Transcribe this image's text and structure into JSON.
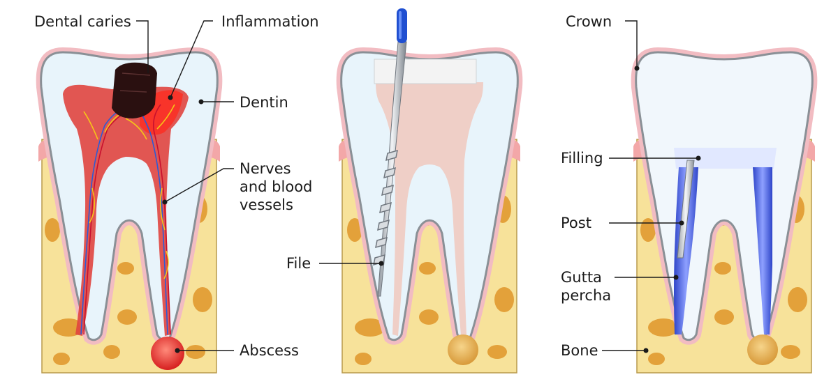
{
  "panel_1": {
    "labels": {
      "dental_caries": "Dental caries",
      "inflammation": "Inflammation",
      "dentin": "Dentin",
      "nerves_line1": "Nerves",
      "nerves_line2": "and blood",
      "nerves_line3": "vessels",
      "abscess": "Abscess"
    }
  },
  "panel_2": {
    "labels": {
      "file": "File"
    }
  },
  "panel_3": {
    "labels": {
      "crown": "Crown",
      "filling": "Filling",
      "post": "Post",
      "gutta_line1": "Gutta",
      "gutta_line2": "percha",
      "bone": "Bone"
    }
  },
  "colors": {
    "bone": "#f7e29a",
    "bone_spot": "#e3a13a",
    "gum": "#f3a7a8",
    "enamel": "#e8f4fb",
    "pulp_inflamed": "#e0453f",
    "pulp_healthy": "#efcfc7",
    "gutta_percha": "#4a63d8",
    "file_handle": "#1f4fd1",
    "caries": "#2a1010"
  }
}
